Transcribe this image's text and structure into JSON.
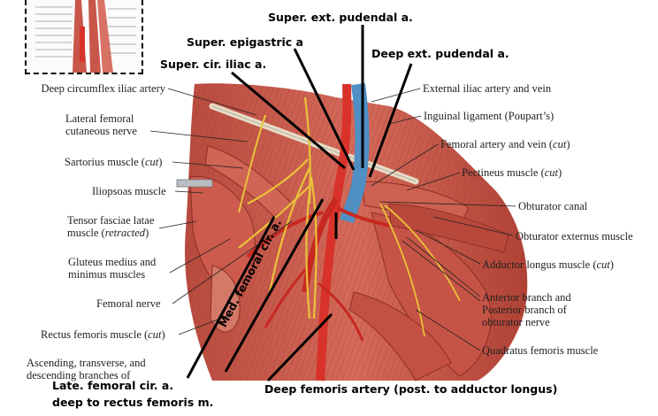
{
  "labels_left": [
    {
      "text": "Deep circumflex iliac artery"
    },
    {
      "line1": "Lateral femoral",
      "line2": "cutaneous nerve"
    },
    {
      "main": "Sartorius muscle (",
      "italic": "cut",
      "end": ")"
    },
    {
      "text": "Iliopsoas muscle"
    },
    {
      "line1": "Tensor fasciae latae",
      "line2_main": "muscle (",
      "line2_italic": "retracted",
      "line2_end": ")"
    },
    {
      "line1": "Gluteus medius and",
      "line2": "minimus muscles"
    },
    {
      "text": "Femoral nerve"
    },
    {
      "main": "Rectus femoris muscle (",
      "italic": "cut",
      "end": ")"
    },
    {
      "line1": "Ascending, transverse, and",
      "line2": "descending branches of"
    }
  ],
  "labels_right": [
    {
      "text": "External iliac artery and vein"
    },
    {
      "text": "Inguinal ligament (Poupart’s)"
    },
    {
      "main": "Femoral artery and vein (",
      "italic": "cut",
      "end": ")"
    },
    {
      "main": "Pectineus muscle (",
      "italic": "cut",
      "end": ")"
    },
    {
      "text": "Obturator canal"
    },
    {
      "text": "Obturator externus muscle"
    },
    {
      "main": "Adductor longus muscle (",
      "italic": "cut",
      "end": ")"
    },
    {
      "line1": "Anterior branch and",
      "line2": "Posterior branch of",
      "line3": "obturator nerve"
    },
    {
      "text": "Quadratus femoris muscle"
    }
  ],
  "annotations": {
    "super_ext_pudendal": "Super. ext. pudendal a.",
    "super_epigastric": "Super. epigastric a",
    "deep_ext_pudendal": "Deep ext. pudendal a.",
    "super_cir_iliac": "Super. cir. iliac a.",
    "med_femoral_cir": "Med. femoral cir. a.",
    "late_femoral_cir_line1": "Late. femoral cir. a.",
    "late_femoral_cir_line2": "deep to rectus femoris m.",
    "deep_femoris": "Deep femoris artery (post. to adductor longus)"
  },
  "colors": {
    "muscle": "#c8574a",
    "muscle_dark": "#9c3328",
    "artery": "#d8322a",
    "vein": "#4f8fc4",
    "nerve": "#e9c23a",
    "ligament": "#e6dcc8"
  }
}
